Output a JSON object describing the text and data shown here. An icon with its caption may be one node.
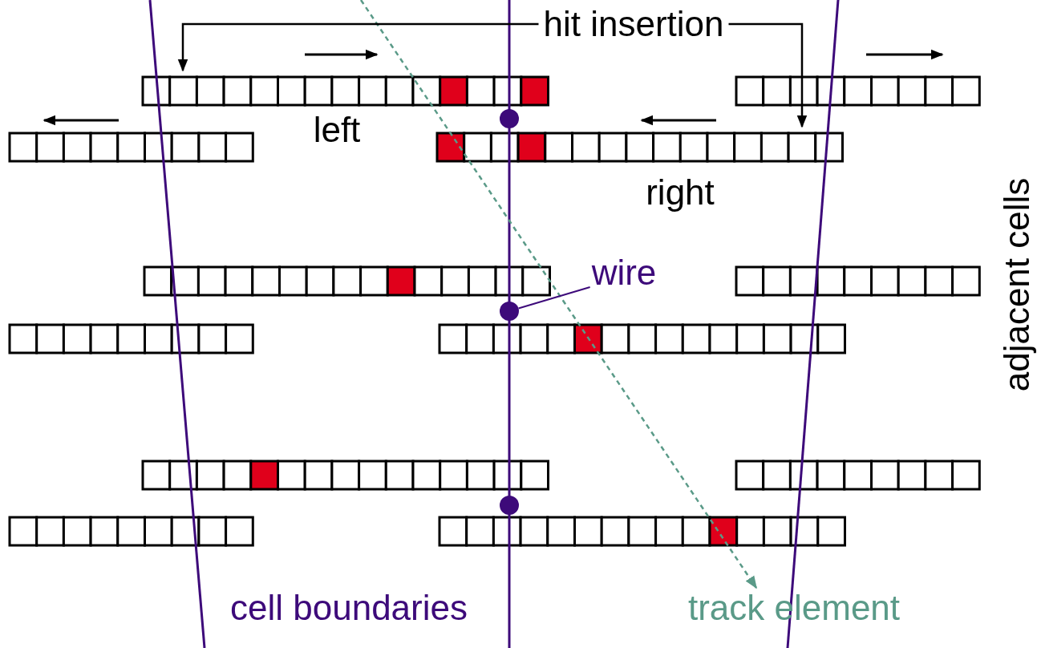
{
  "diagram": {
    "nodes": [
      {
        "text": [
          "hit insertion"
        ]
      },
      {
        "text": [],
        "shape": "circle"
      },
      {
        "text": [
          "wire"
        ]
      },
      {
        "text": [],
        "shape": "circle"
      },
      {
        "text": [],
        "shape": "circle"
      },
      {
        "text": [],
        "shape": "bar"
      },
      {
        "text": [],
        "shape": "bar"
      }
    ],
    "edges": [
      {
        "from": 0,
        "to": 5,
        "arrow": "to"
      },
      {
        "from": 0,
        "to": 6,
        "arrow": "to"
      },
      {
        "from": 2,
        "to": 3,
        "arrow": "none",
        "color": "#3d0a7a"
      }
    ],
    "labels": [
      "left",
      "right",
      "adjacent cells",
      "cell boundaries",
      "track element"
    ]
  }
}
